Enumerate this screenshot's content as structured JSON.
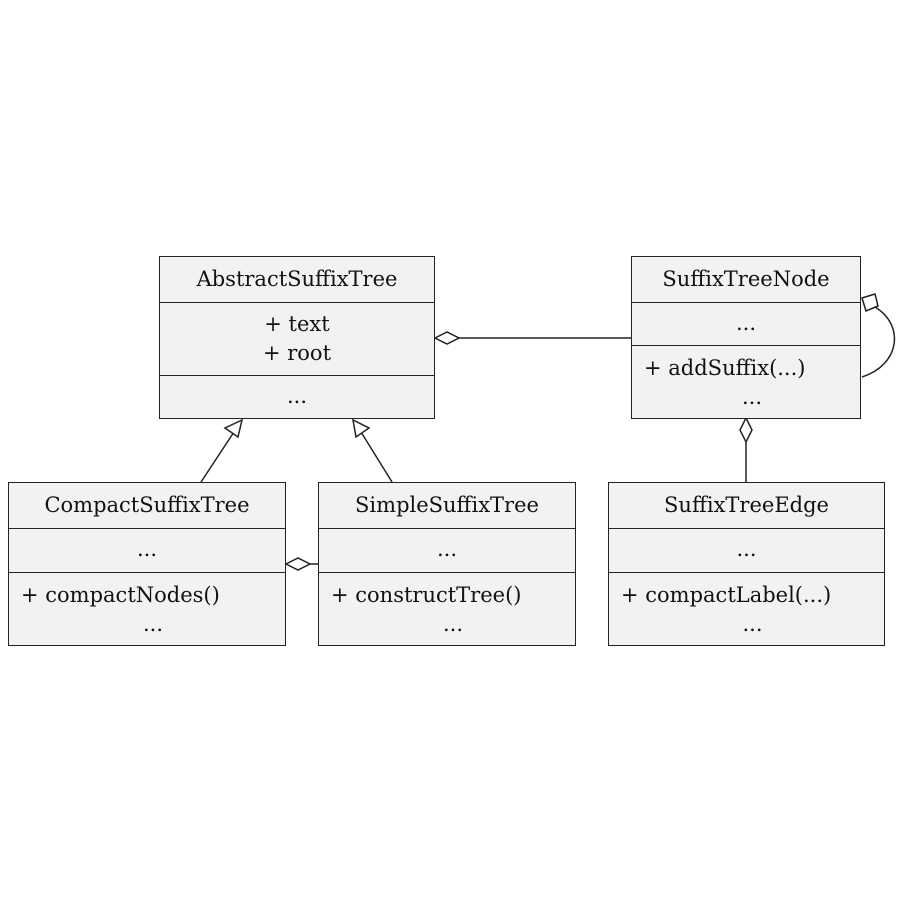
{
  "classes": [
    {
      "id": "abstract",
      "name": "AbstractSuffixTree",
      "attributes": [
        "+ text",
        "+ root"
      ],
      "methods": [
        "..."
      ]
    },
    {
      "id": "node",
      "name": "SuffixTreeNode",
      "attributes": [
        "..."
      ],
      "methods": [
        "+ addSuffix(...)",
        "..."
      ]
    },
    {
      "id": "compact",
      "name": "CompactSuffixTree",
      "attributes": [
        "..."
      ],
      "methods": [
        "+ compactNodes()",
        "..."
      ]
    },
    {
      "id": "simple",
      "name": "SimpleSuffixTree",
      "attributes": [
        "..."
      ],
      "methods": [
        "+ constructTree()",
        "..."
      ]
    },
    {
      "id": "edge",
      "name": "SuffixTreeEdge",
      "attributes": [
        "..."
      ],
      "methods": [
        "+ compactLabel(...)",
        "..."
      ]
    }
  ],
  "relations": [
    {
      "type": "generalization",
      "from": "compact",
      "to": "abstract"
    },
    {
      "type": "generalization",
      "from": "simple",
      "to": "abstract"
    },
    {
      "type": "aggregation",
      "whole": "abstract",
      "part": "node"
    },
    {
      "type": "aggregation",
      "whole": "node",
      "part": "node"
    },
    {
      "type": "aggregation",
      "whole": "node",
      "part": "edge"
    },
    {
      "type": "aggregation",
      "whole": "compact",
      "part": "simple"
    }
  ]
}
